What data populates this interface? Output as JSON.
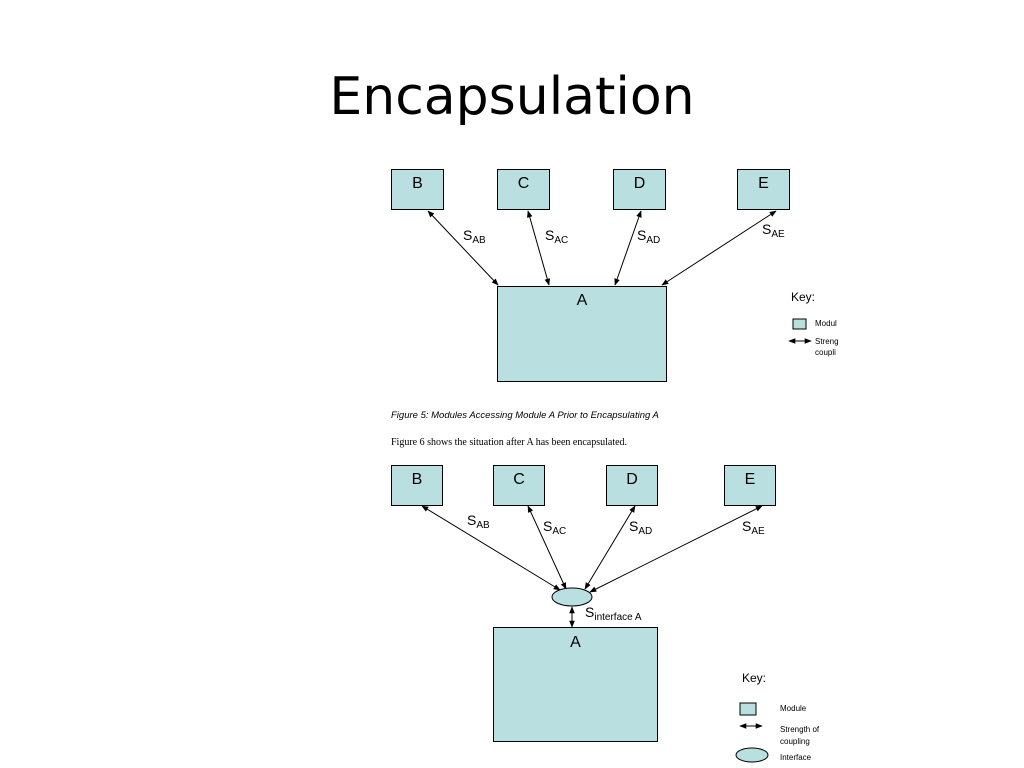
{
  "slide": {
    "title": "Encapsulation"
  },
  "figure5": {
    "modules": {
      "b": "B",
      "c": "C",
      "d": "D",
      "e": "E",
      "a": "A"
    },
    "strengths": {
      "ab": {
        "s": "S",
        "sub": "AB"
      },
      "ac": {
        "s": "S",
        "sub": "AC"
      },
      "ad": {
        "s": "S",
        "sub": "AD"
      },
      "ae": {
        "s": "S",
        "sub": "AE"
      }
    },
    "key": {
      "title": "Key:",
      "module": "Modul",
      "strength_line1": "Streng",
      "strength_line2": "coupli"
    },
    "caption": "Figure 5:    Modules Accessing Module A Prior to Encapsulating A"
  },
  "paragraph": "Figure 6 shows the situation after A has been encapsulated.",
  "figure6": {
    "modules": {
      "b": "B",
      "c": "C",
      "d": "D",
      "e": "E",
      "a": "A"
    },
    "strengths": {
      "ab": {
        "s": "S",
        "sub": "AB"
      },
      "ac": {
        "s": "S",
        "sub": "AC"
      },
      "ad": {
        "s": "S",
        "sub": "AD"
      },
      "ae": {
        "s": "S",
        "sub": "AE"
      },
      "interface": {
        "s": "S",
        "sub": "interface A"
      }
    },
    "key": {
      "title": "Key:",
      "module": "Module",
      "strength_line1": "Strength of",
      "strength_line2": "coupling",
      "interface": "Interface"
    }
  },
  "colors": {
    "module_fill": "#b9dfe1",
    "line": "#000000"
  }
}
